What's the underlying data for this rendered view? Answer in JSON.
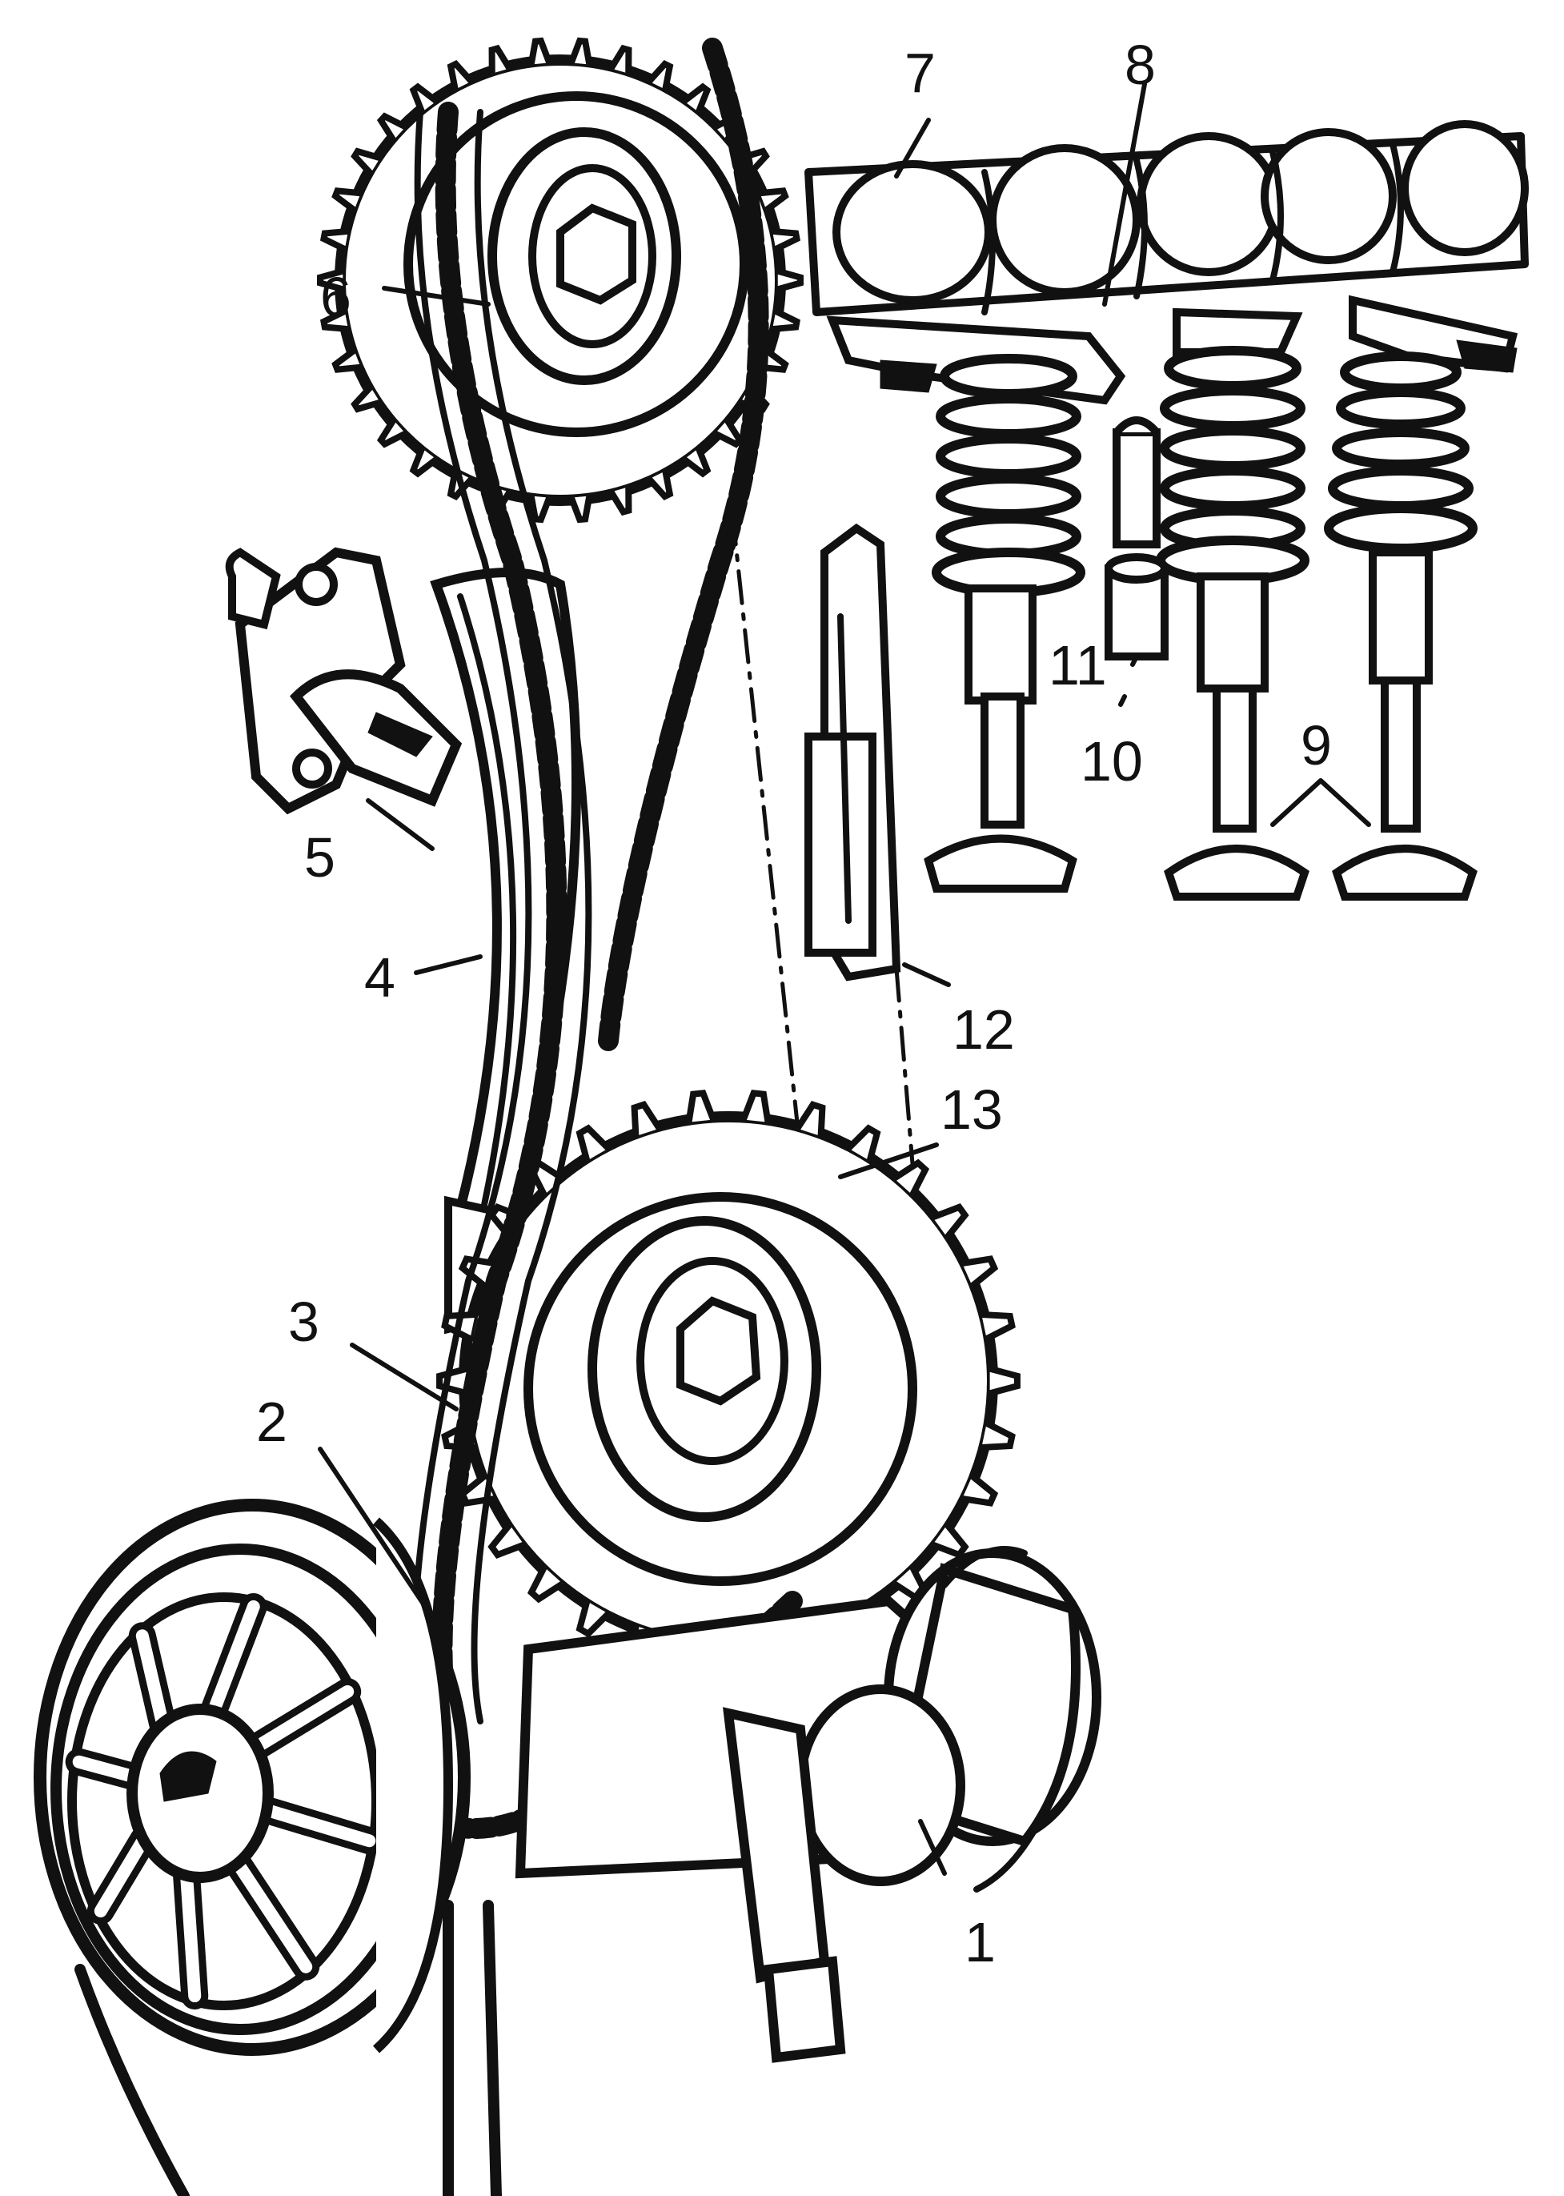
{
  "diagram": {
    "type": "engine-timing-chain-drive",
    "labels": [
      {
        "id": "1",
        "text": "1"
      },
      {
        "id": "2",
        "text": "2"
      },
      {
        "id": "3",
        "text": "3"
      },
      {
        "id": "4",
        "text": "4"
      },
      {
        "id": "5",
        "text": "5"
      },
      {
        "id": "6",
        "text": "6"
      },
      {
        "id": "7",
        "text": "7"
      },
      {
        "id": "8",
        "text": "8"
      },
      {
        "id": "9",
        "text": "9"
      },
      {
        "id": "10",
        "text": "10"
      },
      {
        "id": "11",
        "text": "11"
      },
      {
        "id": "12",
        "text": "12"
      },
      {
        "id": "13",
        "text": "13"
      }
    ]
  }
}
